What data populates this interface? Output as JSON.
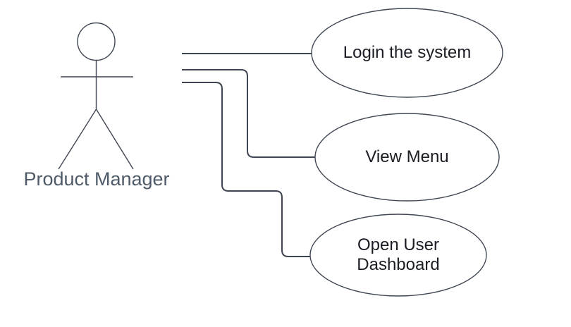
{
  "diagram": {
    "type": "uml-use-case-diagram",
    "background": "#ffffff",
    "actor": {
      "label": "Product Manager"
    },
    "use_cases": [
      {
        "id": "login",
        "label": "Login the system"
      },
      {
        "id": "view-menu",
        "label": "View Menu"
      },
      {
        "id": "open-dashboard",
        "label": "Open User Dashboard"
      }
    ],
    "connections": [
      {
        "from": "Product Manager",
        "to": "Login the system"
      },
      {
        "from": "Product Manager",
        "to": "View Menu"
      },
      {
        "from": "Product Manager",
        "to": "Open User Dashboard"
      }
    ],
    "colors": {
      "shape_stroke": "#3f4652",
      "connector_stroke": "#3f4652",
      "use_case_text": "#1a1d23",
      "actor_label_text": "#4e5a68",
      "shape_fill": "#ffffff"
    }
  }
}
